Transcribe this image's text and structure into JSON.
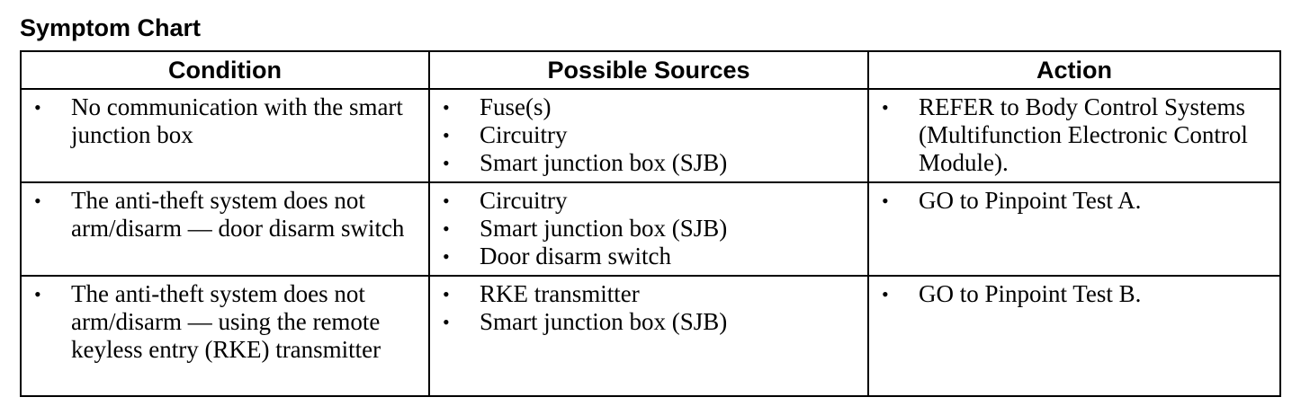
{
  "title": "Symptom Chart",
  "headers": {
    "condition": "Condition",
    "sources": "Possible Sources",
    "action": "Action"
  },
  "rows": [
    {
      "condition": [
        "No communication with the smart junction box"
      ],
      "sources": [
        "Fuse(s)",
        "Circuitry",
        "Smart junction box (SJB)"
      ],
      "action": [
        "REFER to Body Control Systems (Multifunction Electronic Control Module)."
      ]
    },
    {
      "condition": [
        "The anti-theft system does not arm/disarm — door disarm switch"
      ],
      "sources": [
        "Circuitry",
        "Smart junction box (SJB)",
        "Door disarm switch"
      ],
      "action": [
        "GO to Pinpoint Test A."
      ]
    },
    {
      "condition": [
        "The anti-theft system does not arm/disarm — using the remote keyless entry (RKE) transmitter"
      ],
      "sources": [
        "RKE transmitter",
        "Smart junction box (SJB)"
      ],
      "action": [
        "GO to Pinpoint Test B."
      ]
    }
  ],
  "bullet_glyph": "•"
}
